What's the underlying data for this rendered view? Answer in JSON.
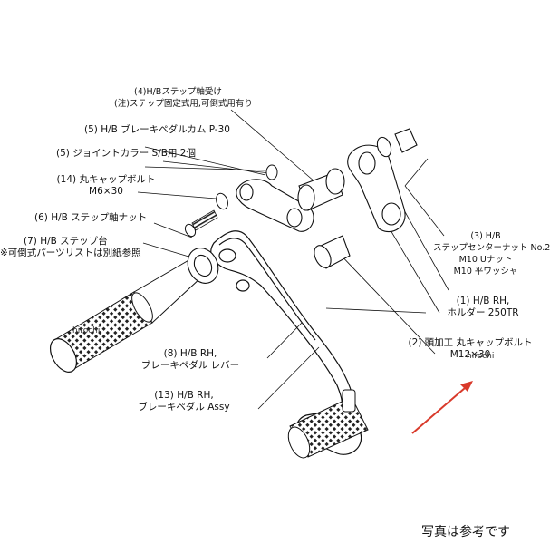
{
  "parts": {
    "p4": {
      "line1": "(4)H/Bステップ軸受け",
      "line2": "(注)ステップ固定式用,可倒式用有り"
    },
    "p5a": "(5) H/B ブレーキペダルカム P-30",
    "p5b": "(5) ジョイントカラー S/B用 2個",
    "p14": {
      "line1": "(14) 丸キャップボルト",
      "line2": "M6×30"
    },
    "p6": "(6) H/B ステップ軸ナット",
    "p7": {
      "line1": "(7) H/B ステップ台",
      "line2": "※可倒式パーツリストは別紙参照"
    },
    "p8": {
      "line1": "(8) H/B RH,",
      "line2": "ブレーキペダル レバー"
    },
    "p13": {
      "line1": "(13) H/B RH,",
      "line2": "ブレーキペダル Assy"
    },
    "p3": {
      "line1": "(3) H/B",
      "line2": "ステップセンターナット No.2",
      "line3": "M10 Uナット",
      "line4": "M10 平ワッシャ"
    },
    "p1": {
      "line1": "(1) H/B RH,",
      "line2": "ホルダー 250TR"
    },
    "p2": {
      "line1": "(2) 頭加工 丸キャップボルト",
      "line2": "M12×30"
    }
  },
  "watermark": "hirochi",
  "footer_note": "写真は参考です",
  "colors": {
    "line": "#111111",
    "arrow": "#d93a2b"
  }
}
